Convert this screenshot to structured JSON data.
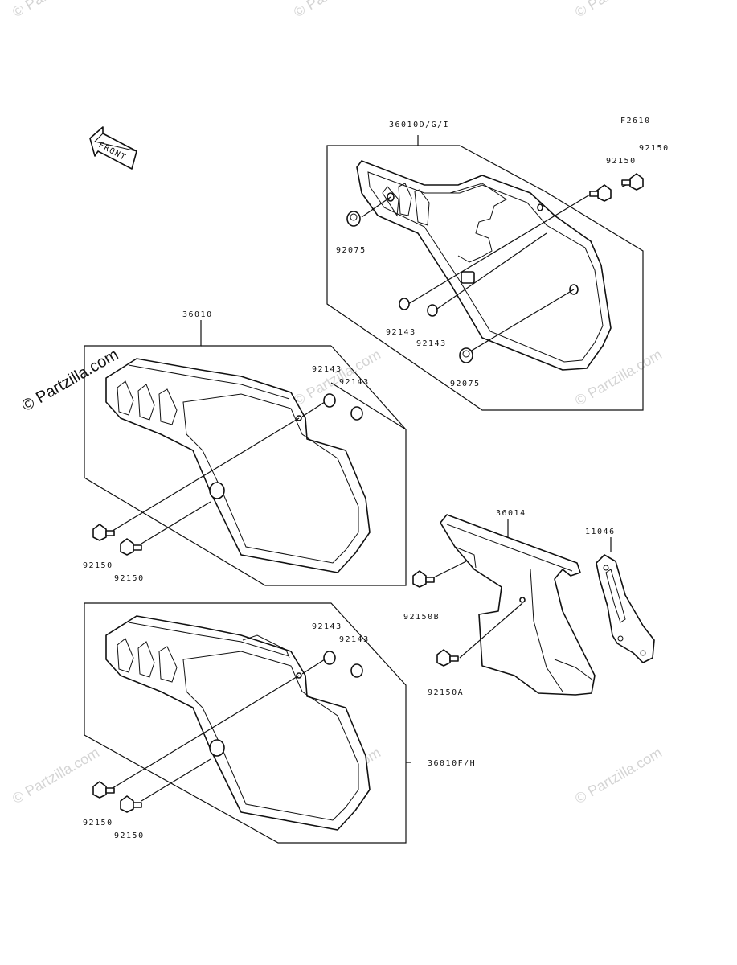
{
  "diagram": {
    "figure_code": "F2610",
    "front_label": "FRONT",
    "watermark_main": "© Partzilla.com",
    "watermark_faint": "© Partzilla.com",
    "labels": {
      "top_assembly": "36010D/G/I",
      "mid_assembly": "36010",
      "bottom_assembly": "36010F/H",
      "chain_cover": "36014",
      "bracket": "11046",
      "t_92150_a": "92150",
      "t_92150_b": "92150",
      "t_92075_a": "92075",
      "t_92075_b": "92075",
      "t_92143_a": "92143",
      "t_92143_b": "92143",
      "m_92143_a": "92143",
      "m_92143_b": "92143",
      "m_92150_a": "92150",
      "m_92150_b": "92150",
      "b_92143_a": "92143",
      "b_92143_b": "92143",
      "b_92150_a": "92150",
      "b_92150_b": "92150",
      "c_92150B": "92150B",
      "c_92150A": "92150A"
    }
  }
}
